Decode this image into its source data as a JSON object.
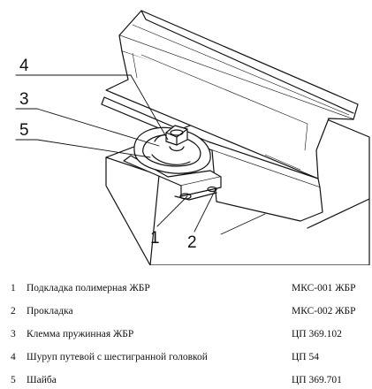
{
  "callouts": {
    "c1": "1",
    "c2": "2",
    "c3": "3",
    "c4": "4",
    "c5": "5"
  },
  "legend": [
    {
      "num": "1",
      "name": "Подкладка полимерная ЖБР",
      "code": "МКС-001 ЖБР"
    },
    {
      "num": "2",
      "name": "Прокладка",
      "code": "МКС-002 ЖБР"
    },
    {
      "num": "3",
      "name": "Клемма пружинная ЖБР",
      "code": "ЦП 369.102"
    },
    {
      "num": "4",
      "name": "Шуруп путевой с шестигранной головкой",
      "code": "ЦП 54"
    },
    {
      "num": "5",
      "name": "Шайба",
      "code": "ЦП 369.701"
    }
  ]
}
